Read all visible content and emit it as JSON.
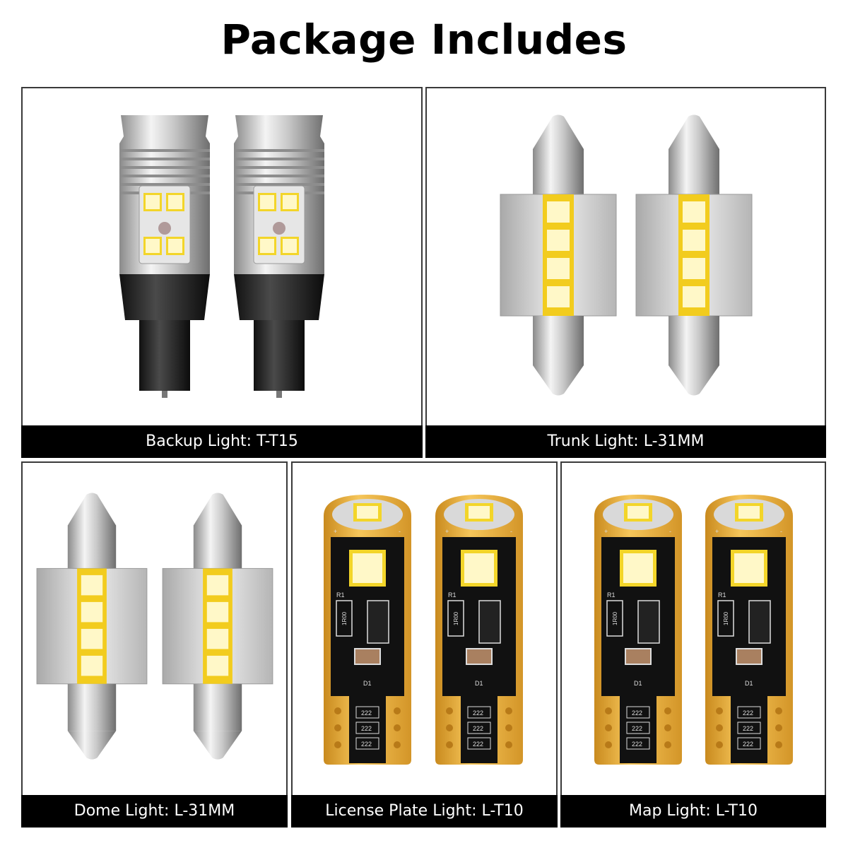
{
  "title": "Package Includes",
  "panels": [
    {
      "label": "Backup Light: T-T15",
      "type": "t15"
    },
    {
      "label": "Trunk Light: L-31MM",
      "type": "festoon"
    },
    {
      "label": "Dome Light: L-31MM",
      "type": "festoon"
    },
    {
      "label": "License Plate Light: L-T10",
      "type": "t10"
    },
    {
      "label": "Map Light: L-T10",
      "type": "t10"
    }
  ],
  "pcb_marks": {
    "resistor": "R1",
    "resistor_value": "1R00",
    "diode": "D1",
    "chip": "222",
    "plus": "+",
    "minus": "-"
  },
  "colors": {
    "led": "#fff8c8",
    "led_strip": "#f2cc1e",
    "pcb": "#e9a93a",
    "label_bg": "#000000"
  }
}
